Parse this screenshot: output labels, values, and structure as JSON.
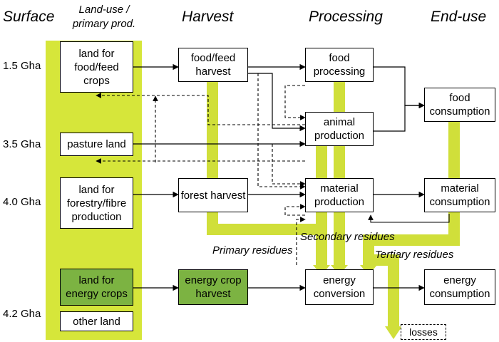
{
  "headers": {
    "surface": "Surface",
    "landuse": "Land-use / primary prod.",
    "harvest": "Harvest",
    "processing": "Processing",
    "enduse": "End-use"
  },
  "surfaces": {
    "s1": "1.5 Gha",
    "s2": "3.5 Gha",
    "s3": "4.0 Gha",
    "s4": "4.2 Gha"
  },
  "boxes": {
    "land_food": "land for food/feed crops",
    "pasture": "pasture land",
    "land_forestry": "land for forestry/fibre production",
    "land_energy": "land for energy crops",
    "other_land": "other land",
    "food_harvest": "food/feed harvest",
    "forest_harvest": "forest harvest",
    "energy_harvest": "energy crop harvest",
    "food_processing": "food processing",
    "animal_production": "animal production",
    "material_production": "material production",
    "energy_conversion": "energy conversion",
    "food_consumption": "food consumption",
    "material_consumption": "material consumption",
    "energy_consumption": "energy consumption",
    "losses": "losses"
  },
  "residues": {
    "primary": "Primary residues",
    "secondary": "Secondary residues",
    "tertiary": "Tertiary residues"
  },
  "colors": {
    "band": "#d6e63a",
    "flow": "#d0df3a",
    "energy_box": "#7cb342"
  }
}
